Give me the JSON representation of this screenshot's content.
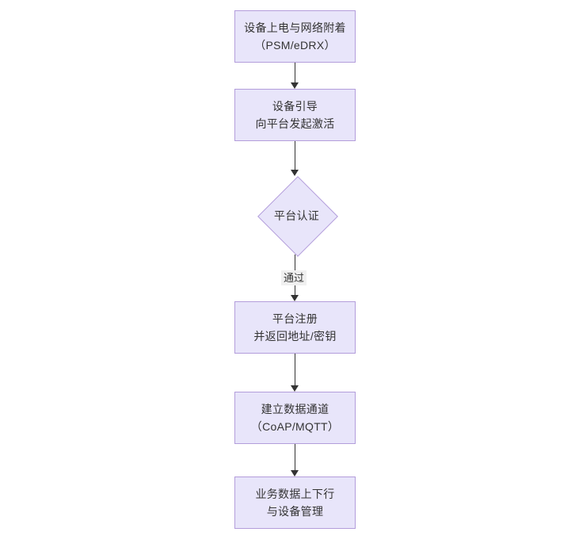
{
  "diagram": {
    "type": "flowchart",
    "orientation": "top-to-bottom",
    "theme": {
      "node_fill": "#e8e5fa",
      "node_border": "#b39ddb",
      "text_color": "#333333",
      "edge_color": "#333333",
      "edge_label_background": "#f0f0f0",
      "canvas_background": "#ffffff"
    },
    "nodes": [
      {
        "id": "power",
        "shape": "rectangle",
        "line1": "设备上电与网络附着",
        "line2": "（PSM/eDRX）"
      },
      {
        "id": "boot",
        "shape": "rectangle",
        "line1": "设备引导",
        "line2": "向平台发起激活"
      },
      {
        "id": "auth",
        "shape": "diamond",
        "line1": "平台认证",
        "line2": ""
      },
      {
        "id": "register",
        "shape": "rectangle",
        "line1": "平台注册",
        "line2": "并返回地址/密钥"
      },
      {
        "id": "channel",
        "shape": "rectangle",
        "line1": "建立数据通道",
        "line2": "（CoAP/MQTT）"
      },
      {
        "id": "business",
        "shape": "rectangle",
        "line1": "业务数据上下行",
        "line2": "与设备管理"
      }
    ],
    "edges": [
      {
        "id": "e1",
        "from": "power",
        "to": "boot",
        "label": ""
      },
      {
        "id": "e2",
        "from": "boot",
        "to": "auth",
        "label": ""
      },
      {
        "id": "e3",
        "from": "auth",
        "to": "register",
        "label": "通过"
      },
      {
        "id": "e4",
        "from": "register",
        "to": "channel",
        "label": ""
      },
      {
        "id": "e5",
        "from": "channel",
        "to": "business",
        "label": ""
      }
    ]
  }
}
